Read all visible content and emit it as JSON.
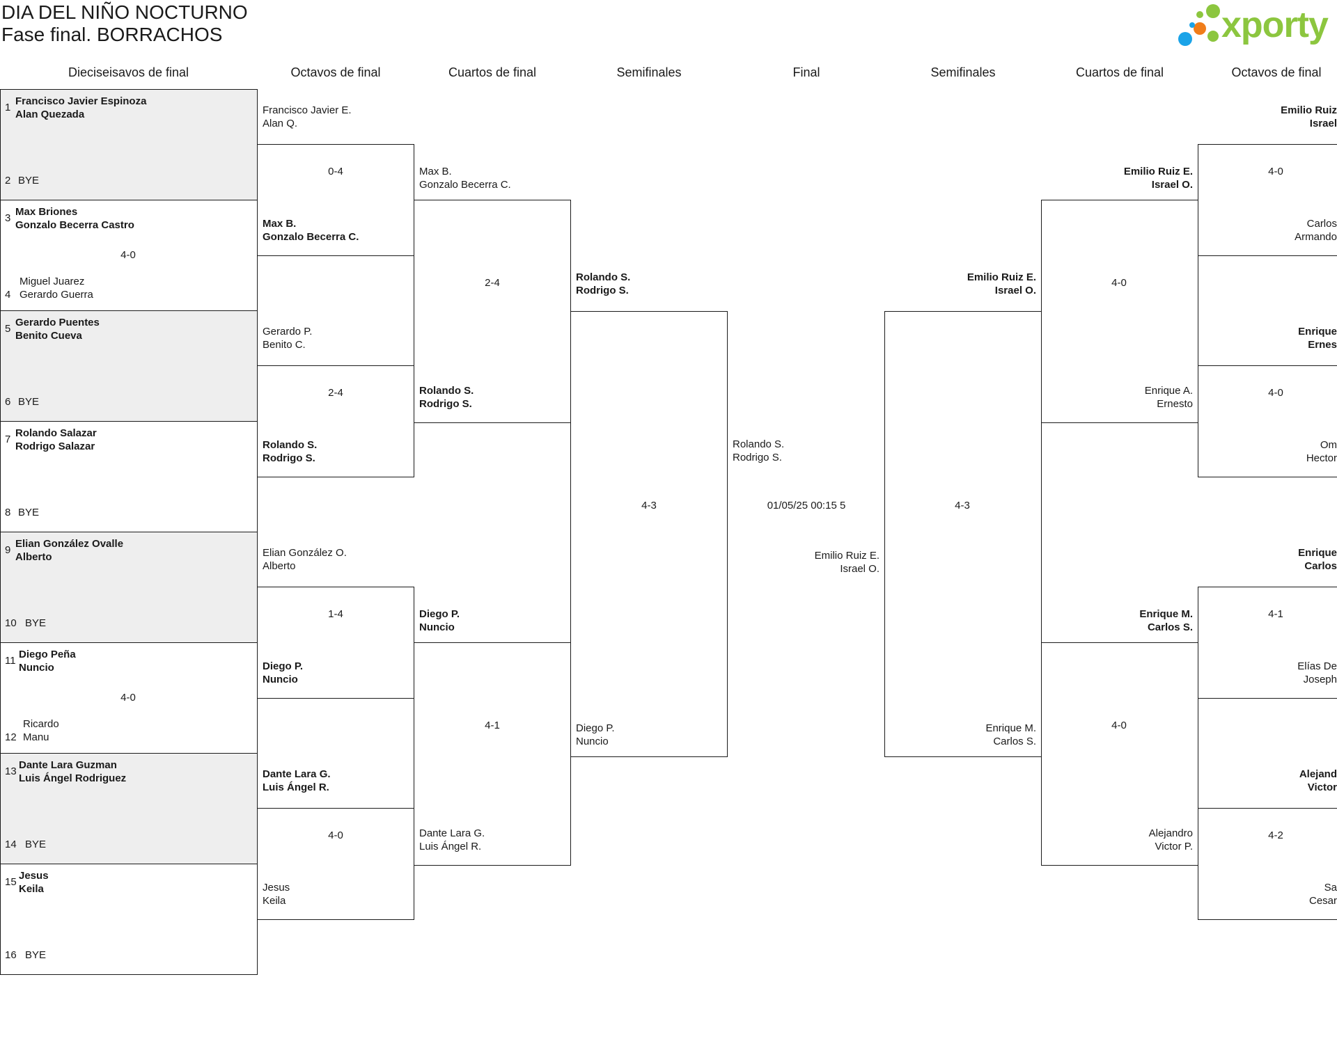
{
  "title": {
    "line1": "DIA DEL NIÑO NOCTURNO",
    "line2": "Fase final. BORRACHOS"
  },
  "logo": {
    "text": "xporty",
    "colors": [
      "#8cc63f",
      "#f07d1a",
      "#1aa3e8"
    ]
  },
  "headers": [
    "Dieciseisavos de final",
    "Octavos de final",
    "Cuartos de final",
    "Semifinales",
    "Final",
    "Semifinales",
    "Cuartos de final",
    "Octavos de final"
  ],
  "r32": [
    {
      "seed_a": "1",
      "a1": "Francisco Javier Espinoza",
      "a2": "Alan Quezada",
      "seed_b": "2",
      "b1": "BYE",
      "b2": "",
      "score": ""
    },
    {
      "seed_a": "3",
      "a1": "Max Briones",
      "a2": "Gonzalo Becerra Castro",
      "seed_b": "4",
      "b1": "Miguel Juarez",
      "b2": "Gerardo Guerra",
      "score": "4-0"
    },
    {
      "seed_a": "5",
      "a1": "Gerardo Puentes",
      "a2": "Benito Cueva",
      "seed_b": "6",
      "b1": "BYE",
      "b2": "",
      "score": ""
    },
    {
      "seed_a": "7",
      "a1": "Rolando Salazar",
      "a2": "Rodrigo Salazar",
      "seed_b": "8",
      "b1": "BYE",
      "b2": "",
      "score": ""
    },
    {
      "seed_a": "9",
      "a1": "Elian González Ovalle",
      "a2": "Alberto",
      "seed_b": "10",
      "b1": "BYE",
      "b2": "",
      "score": ""
    },
    {
      "seed_a": "11",
      "a1": "Diego Peña",
      "a2": "Nuncio",
      "seed_b": "12",
      "b1": "Ricardo",
      "b2": "Manu",
      "score": "4-0"
    },
    {
      "seed_a": "13",
      "a1": "Dante Lara Guzman",
      "a2": "Luis Ángel Rodriguez",
      "seed_b": "14",
      "b1": "BYE",
      "b2": "",
      "score": ""
    },
    {
      "seed_a": "15",
      "a1": "Jesus",
      "a2": "Keila",
      "seed_b": "16",
      "b1": "BYE",
      "b2": "",
      "score": ""
    }
  ],
  "r16_left": [
    {
      "top1": "Francisco Javier E.",
      "top2": "Alan Q.",
      "top_bold": false,
      "score": "0-4",
      "bot1": "Max B.",
      "bot2": "Gonzalo Becerra C.",
      "bot_bold": true
    },
    {
      "top1": "Gerardo P.",
      "top2": "Benito C.",
      "top_bold": false,
      "score": "2-4",
      "bot1": "Rolando S.",
      "bot2": "Rodrigo S.",
      "bot_bold": true
    },
    {
      "top1": "Elian González O.",
      "top2": "Alberto",
      "top_bold": false,
      "score": "1-4",
      "bot1": "Diego P.",
      "bot2": "Nuncio",
      "bot_bold": true
    },
    {
      "top1": "Dante Lara G.",
      "top2": "Luis Ángel R.",
      "top_bold": true,
      "score": "4-0",
      "bot1": "Jesus",
      "bot2": "Keila",
      "bot_bold": false
    }
  ],
  "qf_left": [
    {
      "top1": "Max B.",
      "top2": "Gonzalo Becerra C.",
      "top_bold": false,
      "score": "2-4",
      "bot1": "Rolando S.",
      "bot2": "Rodrigo S.",
      "bot_bold": true
    },
    {
      "top1": "Diego P.",
      "top2": "Nuncio",
      "top_bold": true,
      "score": "4-1",
      "bot1": "Dante Lara G.",
      "bot2": "Luis Ángel R.",
      "bot_bold": false
    }
  ],
  "sf_left": {
    "top1": "Rolando S.",
    "top2": "Rodrigo S.",
    "top_bold": true,
    "score": "4-3",
    "bot1": "Diego P.",
    "bot2": "Nuncio",
    "bot_bold": false
  },
  "final": {
    "top1": "Rolando S.",
    "top2": "Rodrigo S.",
    "info": "01/05/25 00:15 5",
    "bot1": "Emilio Ruiz E.",
    "bot2": "Israel O."
  },
  "sf_right": {
    "top1": "Emilio Ruiz E.",
    "top2": "Israel O.",
    "top_bold": true,
    "score": "4-3",
    "bot1": "Enrique M.",
    "bot2": "Carlos S.",
    "bot_bold": false
  },
  "qf_right": [
    {
      "top1": "Emilio Ruiz E.",
      "top2": "Israel O.",
      "top_bold": true,
      "score": "4-0",
      "bot1": "Enrique A.",
      "bot2": "Ernesto",
      "bot_bold": false
    },
    {
      "top1": "Enrique M.",
      "top2": "Carlos S.",
      "top_bold": true,
      "score": "4-0",
      "bot1": "Alejandro",
      "bot2": "Victor P.",
      "bot_bold": false
    }
  ],
  "r16_right": [
    {
      "top1": "Emilio Ruiz",
      "top2": "Israel",
      "top_bold": true,
      "score": "4-0",
      "bot1": "Carlos",
      "bot2": "Armando",
      "bot_bold": false
    },
    {
      "top1": "Enrique",
      "top2": "Ernes",
      "top_bold": true,
      "score": "4-0",
      "bot1": "Om",
      "bot2": "Hector",
      "bot_bold": false
    },
    {
      "top1": "Enrique",
      "top2": "Carlos",
      "top_bold": true,
      "score": "4-1",
      "bot1": "Elías De",
      "bot2": "Joseph",
      "bot_bold": false
    },
    {
      "top1": "Alejand",
      "top2": "Victor",
      "top_bold": true,
      "score": "4-2",
      "bot1": "Sa",
      "bot2": "Cesar",
      "bot_bold": false
    }
  ]
}
